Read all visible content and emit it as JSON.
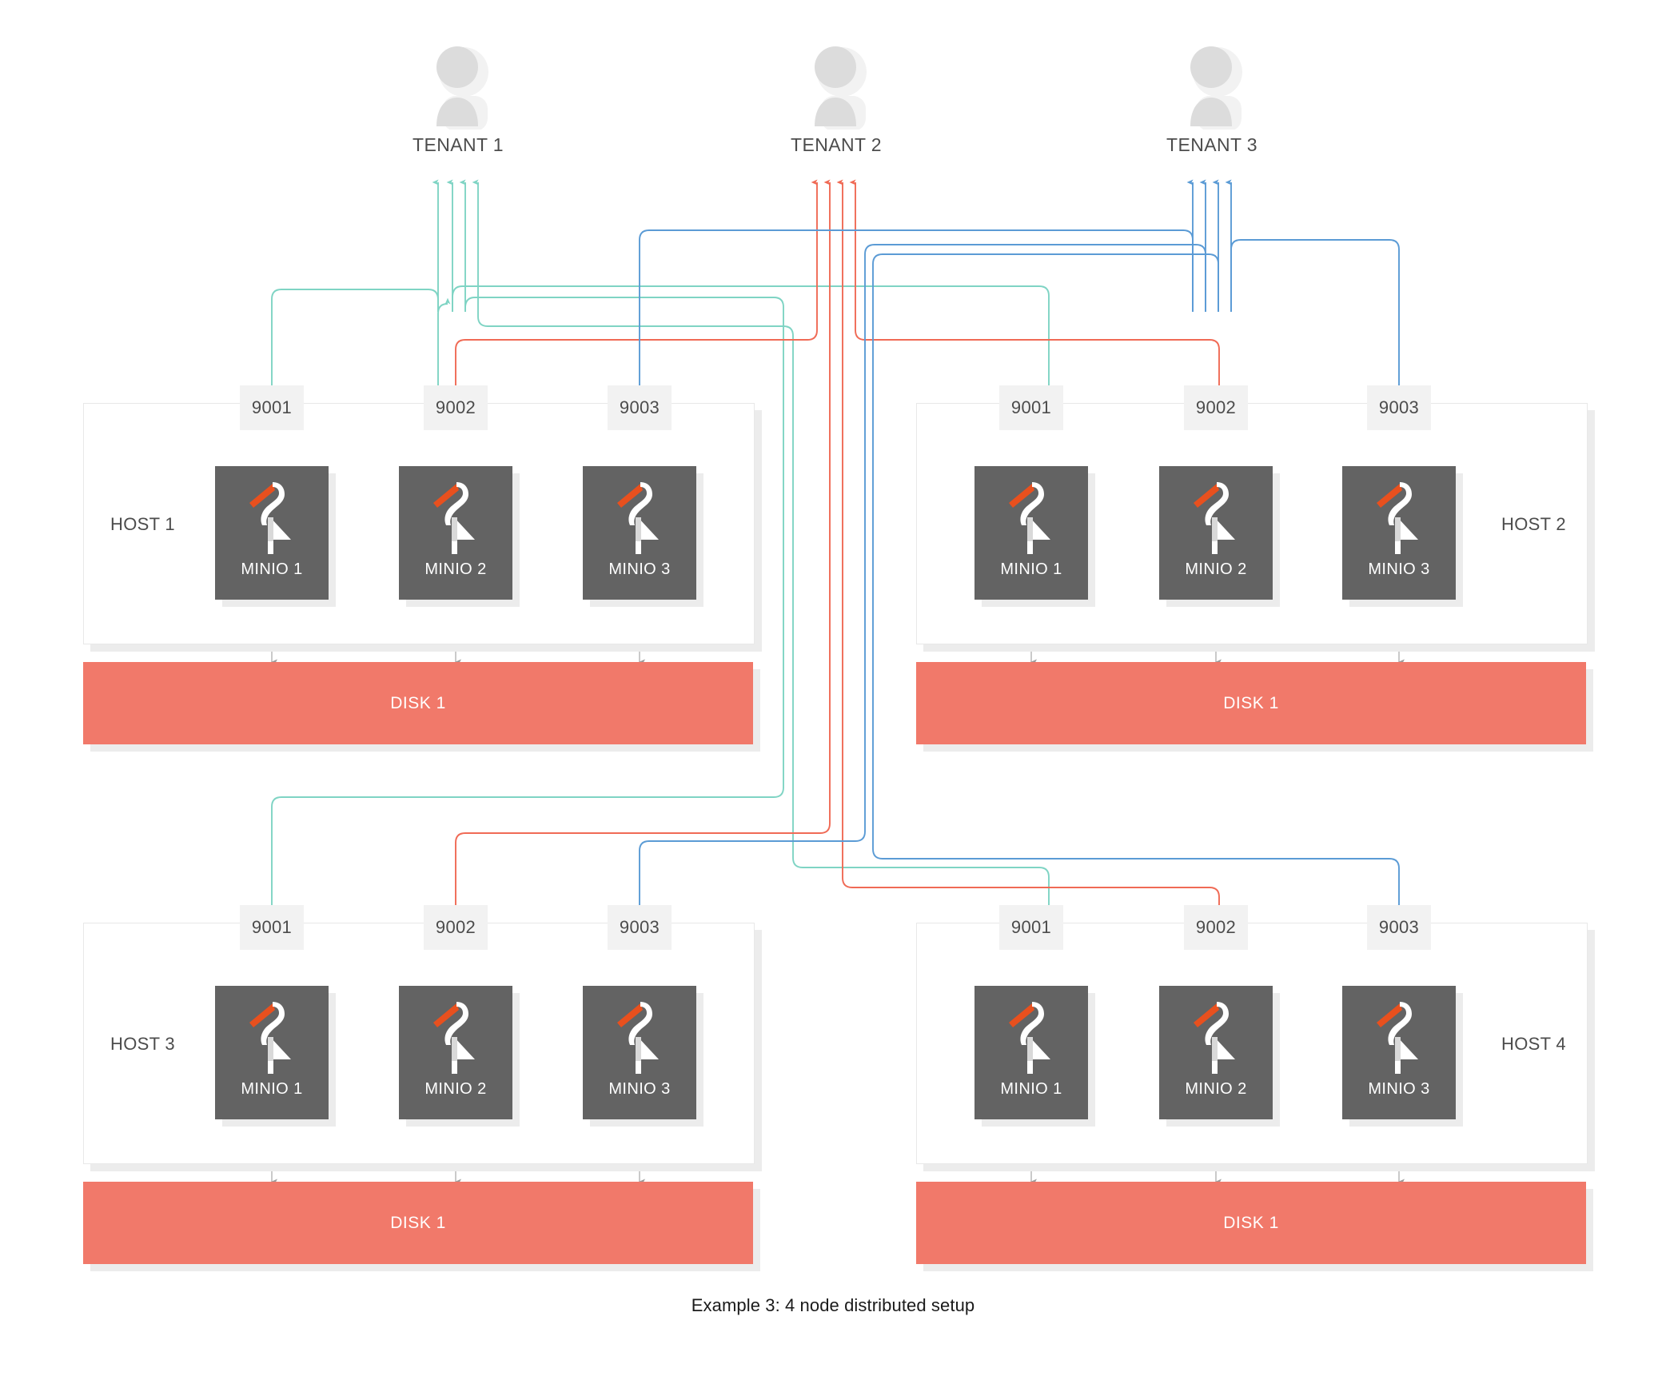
{
  "diagram": {
    "caption": "Example 3: 4 node distributed setup",
    "colors": {
      "tenant1_flow": "#7fd4c4",
      "tenant2_flow": "#f06a55",
      "tenant3_flow": "#5b9bd5",
      "minio_node_bg": "#636363",
      "disk_bg": "#f1796a",
      "port_chip_bg": "#f2f2f2",
      "host_border": "#e8e8e8",
      "shadow": "#ececec",
      "avatar": "#dcdcdc",
      "logo_beak": "#e8501e",
      "text": "#4c4c4c"
    }
  },
  "tenants": [
    {
      "label": "TENANT 1",
      "icon": "user-avatar-icon",
      "flow_color": "#7fd4c4",
      "arrow_count": 4
    },
    {
      "label": "TENANT 2",
      "icon": "user-avatar-icon",
      "flow_color": "#f06a55",
      "arrow_count": 4
    },
    {
      "label": "TENANT 3",
      "icon": "user-avatar-icon",
      "flow_color": "#5b9bd5",
      "arrow_count": 4
    }
  ],
  "hosts": [
    {
      "label": "HOST 1",
      "label_side": "left",
      "ports": [
        "9001",
        "9002",
        "9003"
      ],
      "nodes": [
        {
          "label": "MINIO 1",
          "port": "9001",
          "tenant": "TENANT 1",
          "arrow_color": "#7fd4c4"
        },
        {
          "label": "MINIO 2",
          "port": "9002",
          "tenant": "TENANT 2",
          "arrow_color": "#f06a55"
        },
        {
          "label": "MINIO 3",
          "port": "9003",
          "tenant": "TENANT 3",
          "arrow_color": "#5b9bd5"
        }
      ],
      "disk": {
        "label": "DISK 1"
      }
    },
    {
      "label": "HOST 2",
      "label_side": "right",
      "ports": [
        "9001",
        "9002",
        "9003"
      ],
      "nodes": [
        {
          "label": "MINIO 1",
          "port": "9001",
          "tenant": "TENANT 1",
          "arrow_color": "#7fd4c4"
        },
        {
          "label": "MINIO 2",
          "port": "9002",
          "tenant": "TENANT 2",
          "arrow_color": "#f06a55"
        },
        {
          "label": "MINIO 3",
          "port": "9003",
          "tenant": "TENANT 3",
          "arrow_color": "#5b9bd5"
        }
      ],
      "disk": {
        "label": "DISK 1"
      }
    },
    {
      "label": "HOST 3",
      "label_side": "left",
      "ports": [
        "9001",
        "9002",
        "9003"
      ],
      "nodes": [
        {
          "label": "MINIO 1",
          "port": "9001",
          "tenant": "TENANT 1",
          "arrow_color": "#7fd4c4"
        },
        {
          "label": "MINIO 2",
          "port": "9002",
          "tenant": "TENANT 2",
          "arrow_color": "#f06a55"
        },
        {
          "label": "MINIO 3",
          "port": "9003",
          "tenant": "TENANT 3",
          "arrow_color": "#5b9bd5"
        }
      ],
      "disk": {
        "label": "DISK 1"
      }
    },
    {
      "label": "HOST 4",
      "label_side": "right",
      "ports": [
        "9001",
        "9002",
        "9003"
      ],
      "nodes": [
        {
          "label": "MINIO 1",
          "port": "9001",
          "tenant": "TENANT 1",
          "arrow_color": "#7fd4c4"
        },
        {
          "label": "MINIO 2",
          "port": "9002",
          "tenant": "TENANT 2",
          "arrow_color": "#f06a55"
        },
        {
          "label": "MINIO 3",
          "port": "9003",
          "tenant": "TENANT 3",
          "arrow_color": "#5b9bd5"
        }
      ],
      "disk": {
        "label": "DISK 1"
      }
    }
  ]
}
